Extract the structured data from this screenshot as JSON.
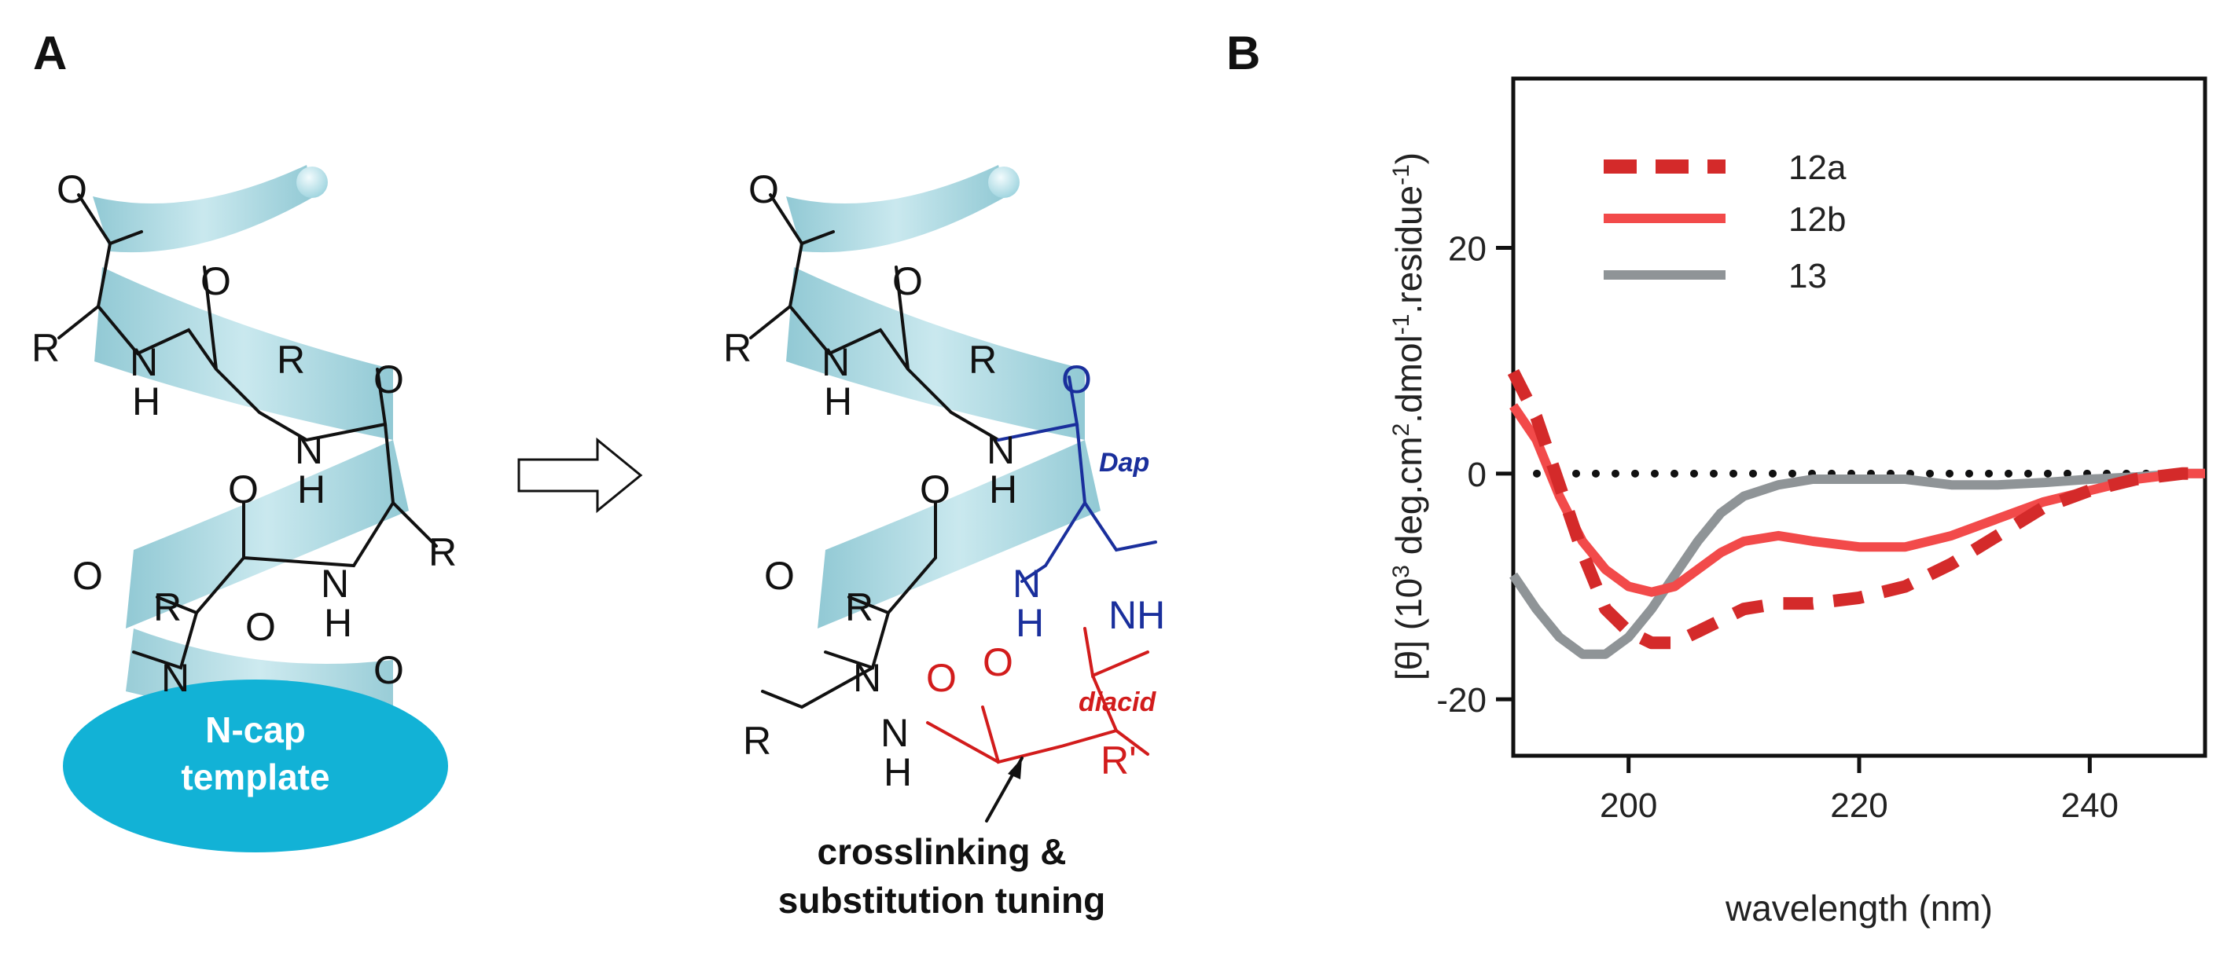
{
  "panel_a": {
    "label": "A",
    "ncap_line1": "N-cap",
    "ncap_line2": "template",
    "atoms": {
      "O": "O",
      "R": "R",
      "N": "N",
      "H": "H",
      "NH": "NH",
      "R_prime": "R'"
    },
    "dap_label": "Dap",
    "diacid_label": "diacid",
    "caption_line1": "crosslinking &",
    "caption_line2": "substitution tuning",
    "colors": {
      "helix": "#7fc3d0",
      "ncap": "#12b2d6",
      "dap": "#1a2f9c",
      "diacid": "#d21c1c"
    }
  },
  "panel_b": {
    "label": "B",
    "legend": [
      "12a",
      "12b",
      "13"
    ]
  },
  "chart_data": {
    "type": "line",
    "xlabel": "wavelength (nm)",
    "ylabel": "[θ] (10³ deg.cm².dmol⁻¹.residue⁻¹)",
    "ylabel_parts": {
      "a": "[θ] (10",
      "b": "3",
      "c": " deg.cm",
      "d": "2",
      "e": ".dmol",
      "f": "-1",
      "g": ".residue",
      "h": "-1",
      "i": ")"
    },
    "xlim": [
      190,
      250
    ],
    "ylim": [
      -25,
      35
    ],
    "xticks": [
      200,
      220,
      240
    ],
    "yticks": [
      -20,
      0,
      20
    ],
    "grid": false,
    "legend_position": "top-left",
    "zero_line": true,
    "series": [
      {
        "name": "12a",
        "color": "#d42a2a",
        "style": "dashed",
        "x": [
          190,
          192,
          194,
          196,
          198,
          200,
          202,
          204,
          206,
          208,
          210,
          213,
          216,
          220,
          224,
          228,
          232,
          236,
          240,
          244,
          248,
          250
        ],
        "y": [
          9,
          5,
          -1,
          -7,
          -12,
          -14,
          -15,
          -15,
          -14,
          -13,
          -12,
          -11.5,
          -11.5,
          -11,
          -10,
          -8,
          -5.5,
          -3,
          -1.5,
          -0.5,
          0,
          0
        ]
      },
      {
        "name": "12b",
        "color": "#f24a4a",
        "style": "solid",
        "x": [
          190,
          192,
          194,
          196,
          198,
          200,
          202,
          204,
          206,
          208,
          210,
          213,
          216,
          220,
          224,
          228,
          232,
          236,
          240,
          244,
          248,
          250
        ],
        "y": [
          6,
          3,
          -2,
          -6,
          -8.5,
          -10,
          -10.5,
          -10,
          -8.5,
          -7,
          -6,
          -5.5,
          -6,
          -6.5,
          -6.5,
          -5.5,
          -4,
          -2.5,
          -1.5,
          -0.5,
          0,
          0
        ]
      },
      {
        "name": "13",
        "color": "#8f9497",
        "style": "solid",
        "x": [
          190,
          192,
          194,
          196,
          198,
          200,
          202,
          204,
          206,
          208,
          210,
          213,
          216,
          220,
          224,
          228,
          232,
          236,
          240,
          244,
          248,
          250
        ],
        "y": [
          -9,
          -12,
          -14.5,
          -16,
          -16,
          -14.5,
          -12,
          -9,
          -6,
          -3.5,
          -2,
          -1,
          -0.5,
          -0.5,
          -0.5,
          -1,
          -1,
          -0.8,
          -0.5,
          -0.3,
          0,
          0
        ]
      }
    ]
  }
}
